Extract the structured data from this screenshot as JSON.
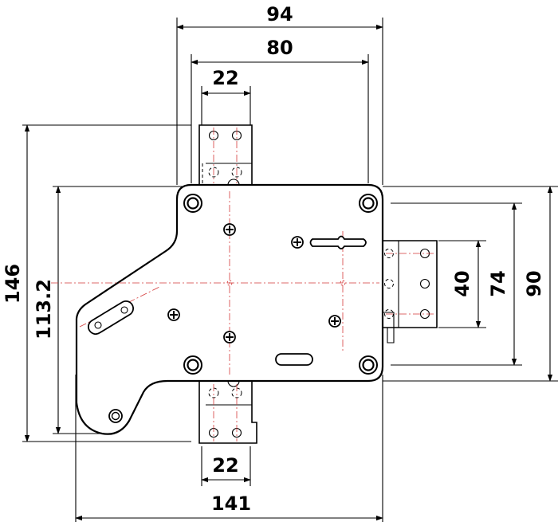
{
  "dimensions": {
    "top_overall_width": "94",
    "top_inner_width": "80",
    "top_plate_width": "22",
    "bottom_plate_width": "22",
    "bottom_overall_width": "141",
    "left_overall_height": "146",
    "left_body_height": "113.2",
    "right_small_height": "40",
    "right_mid_height": "74",
    "right_body_height": "90"
  }
}
